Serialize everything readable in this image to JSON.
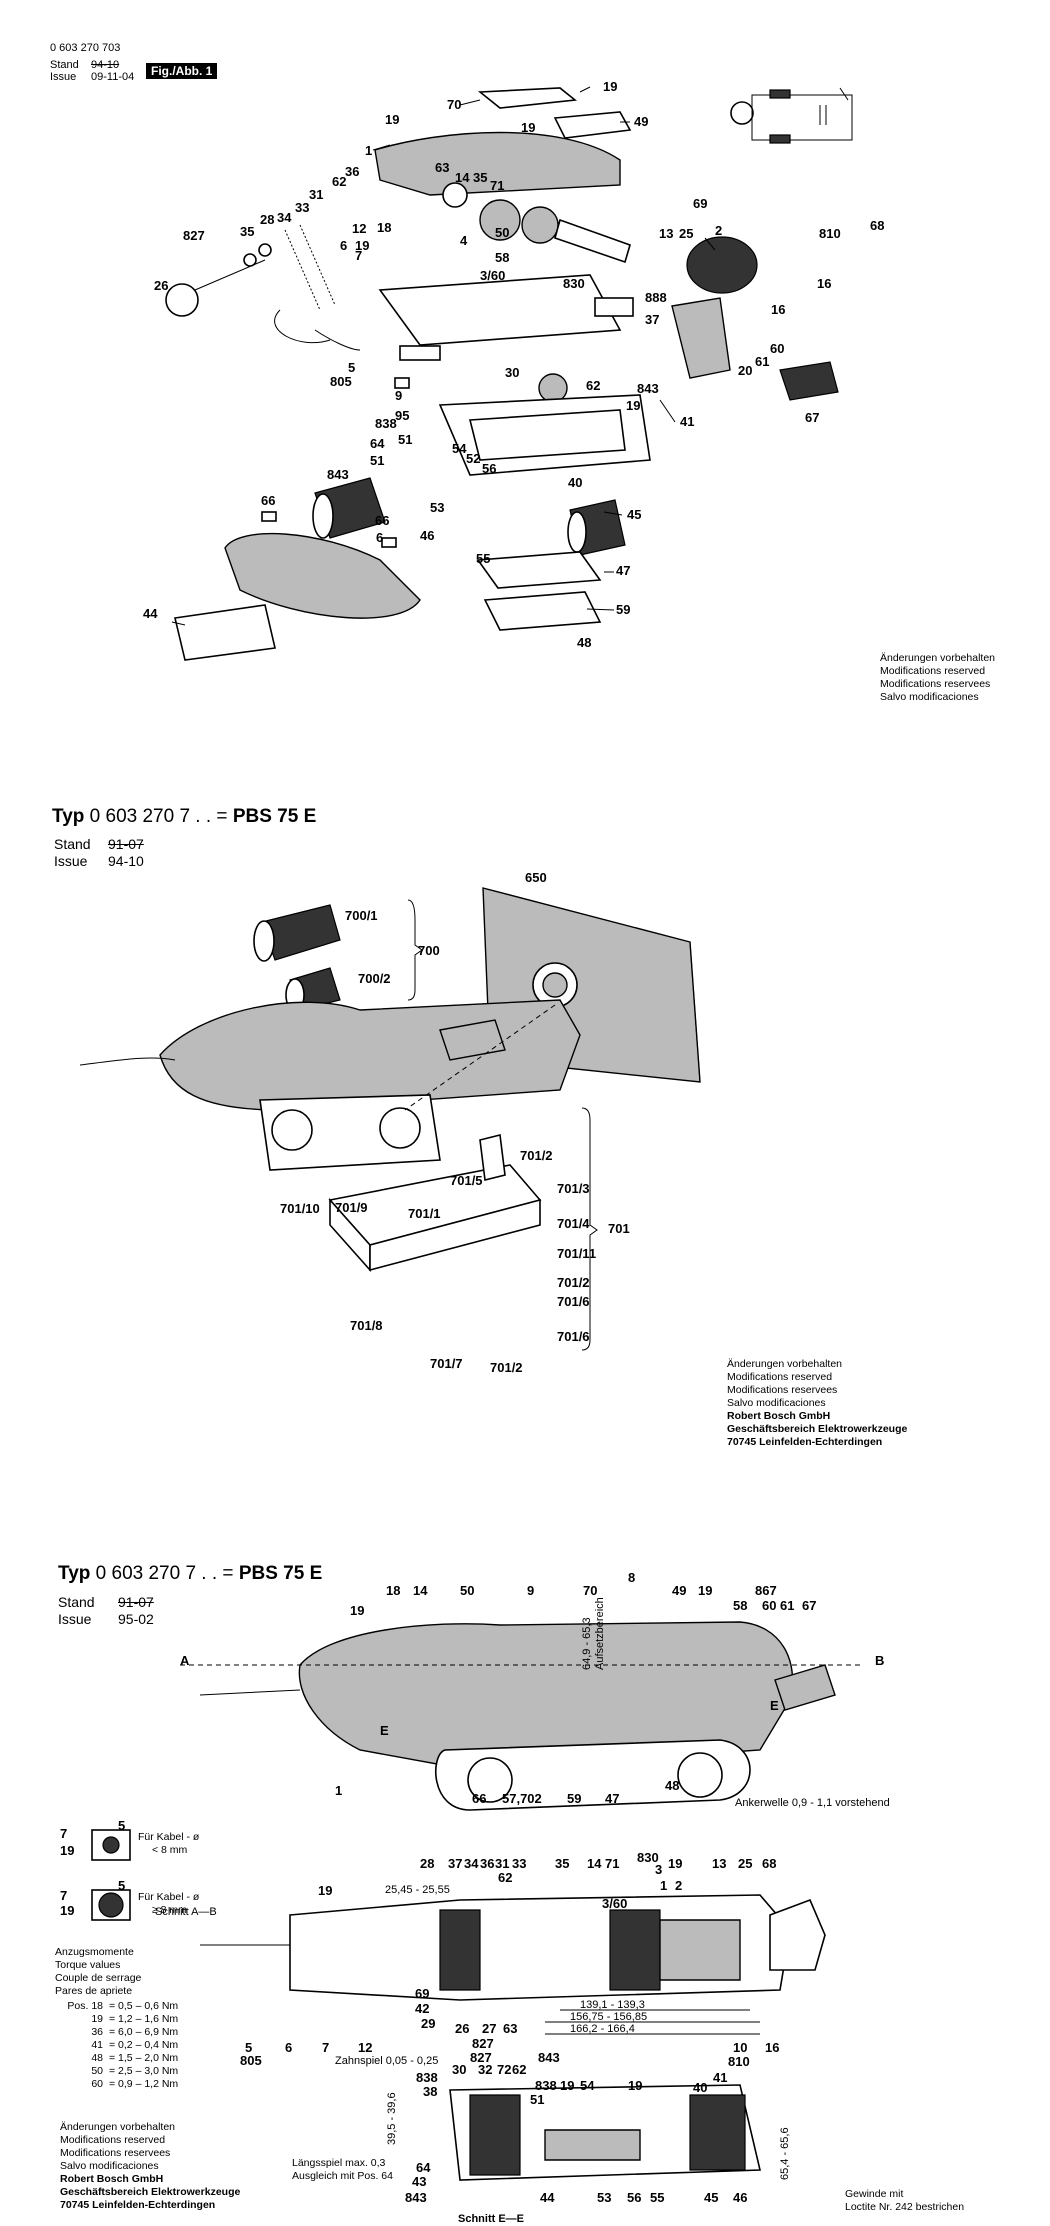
{
  "header": {
    "doc_number": "0 603 270 703",
    "stand_label": "Stand",
    "issue_label": "Issue",
    "stand_value": "94-10",
    "issue_value": "09-11-04",
    "fig_badge": "Fig./Abb. 1"
  },
  "disclaimer_1": [
    "Änderungen vorbehalten",
    "Modifications reserved",
    "Modifications reservees",
    "Salvo modificaciones"
  ],
  "section2": {
    "typ_prefix": "Typ",
    "typ_number": "0 603 270 7 . . =",
    "model": "PBS 75 E",
    "stand_label": "Stand",
    "stand_value": "91-07",
    "issue_label": "Issue",
    "issue_value": "94-10",
    "labels": [
      "650",
      "700/1",
      "700",
      "700/2",
      "701/2",
      "701/5",
      "701/3",
      "701/1",
      "701/4",
      "701/10",
      "701/9",
      "701/11",
      "701",
      "701/2",
      "701/6",
      "701/8",
      "701/7",
      "701/2",
      "701/6"
    ]
  },
  "disclaimer_2": [
    "Änderungen vorbehalten",
    "Modifications reserved",
    "Modifications reservees",
    "Salvo modificaciones",
    "Robert Bosch GmbH",
    "Geschäftsbereich Elektrowerkzeuge",
    "70745 Leinfelden-Echterdingen"
  ],
  "section3": {
    "typ_prefix": "Typ",
    "typ_number": "0 603 270 7 . . =",
    "model": "PBS 75 E",
    "stand_label": "Stand",
    "stand_value": "91-07",
    "issue_label": "Issue",
    "issue_value": "95-02",
    "cable_small": [
      "Für Kabel - ø",
      "< 8 mm"
    ],
    "cable_large": [
      "Für Kabel - ø",
      "≥ 8 mm"
    ],
    "torque_heading": [
      "Anzugsmomente",
      "Torque values",
      "Couple de serrage",
      "Pares de apriete"
    ],
    "torque_rows": [
      {
        "pos": "Pos. 18",
        "range": "= 0,5 – 0,6 Nm"
      },
      {
        "pos": "19",
        "range": "= 1,2 – 1,6 Nm"
      },
      {
        "pos": "36",
        "range": "= 6,0 – 6,9 Nm"
      },
      {
        "pos": "41",
        "range": "= 0,2 – 0,4 Nm"
      },
      {
        "pos": "48",
        "range": "= 1,5 – 2,0 Nm"
      },
      {
        "pos": "50",
        "range": "= 2,5 – 3,0 Nm"
      },
      {
        "pos": "60",
        "range": "= 0,9 – 1,2 Nm"
      }
    ],
    "section_ab": "Schnitt A—B",
    "section_ee": "Schnitt E—E",
    "ankerwelle": "Ankerwelle 0,9 - 1,1 vorstehend",
    "zahnspiel": "Zahnspiel 0,05 - 0,25",
    "laengsspiel": [
      "Längsspiel max. 0,3",
      "Ausgleich mit Pos. 64"
    ],
    "gewinde": [
      "Gewinde mit",
      "Loctite Nr. 242 bestrichen"
    ],
    "dims": [
      "139,1 - 139,3",
      "156,75 - 156,85",
      "166,2 - 166,4",
      "25,45 - 25,55",
      "39,5 - 39,6",
      "64,9 - 65,3",
      "65,4 - 65,6",
      "Aufsetzbereich"
    ]
  },
  "disclaimer_3": [
    "Änderungen vorbehalten",
    "Modifications reserved",
    "Modifications reservees",
    "Salvo modificaciones",
    "Robert Bosch GmbH",
    "Geschäftsbereich Elektrowerkzeuge",
    "70745 Leinfelden-Echterdingen"
  ]
}
